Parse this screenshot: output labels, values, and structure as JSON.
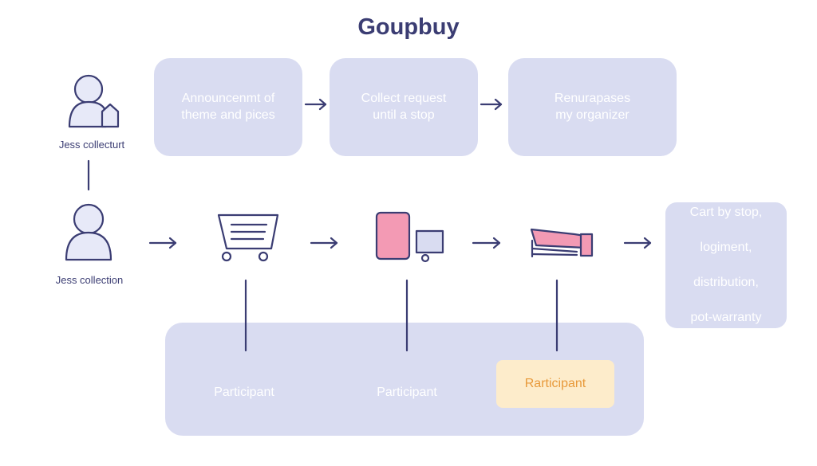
{
  "diagram": {
    "title": "Goupbuy",
    "top_steps": [
      {
        "label": "Announcenmt of\ntheme and pices"
      },
      {
        "label": "Collect request\nuntil a stop"
      },
      {
        "label": "Renurapases\nmy organizer"
      }
    ],
    "actors": [
      {
        "label": "Jess collecturt"
      },
      {
        "label": "Jess collection"
      }
    ],
    "result_box": {
      "label": "Cart by stop,\nlogiment,\ndistribution,\npot-warranty"
    },
    "participants": [
      "Participant",
      "Participant",
      "Rarticipant"
    ],
    "icons": [
      "user-icon",
      "cart-icon",
      "phone-box-icon",
      "delivery-truck-icon"
    ],
    "colors": {
      "box_fill": "#d9dcf1",
      "stroke": "#3b3d73",
      "highlight_fill": "#fdeccb",
      "highlight_text": "#e8993a",
      "pink": "#f39ab4"
    }
  }
}
